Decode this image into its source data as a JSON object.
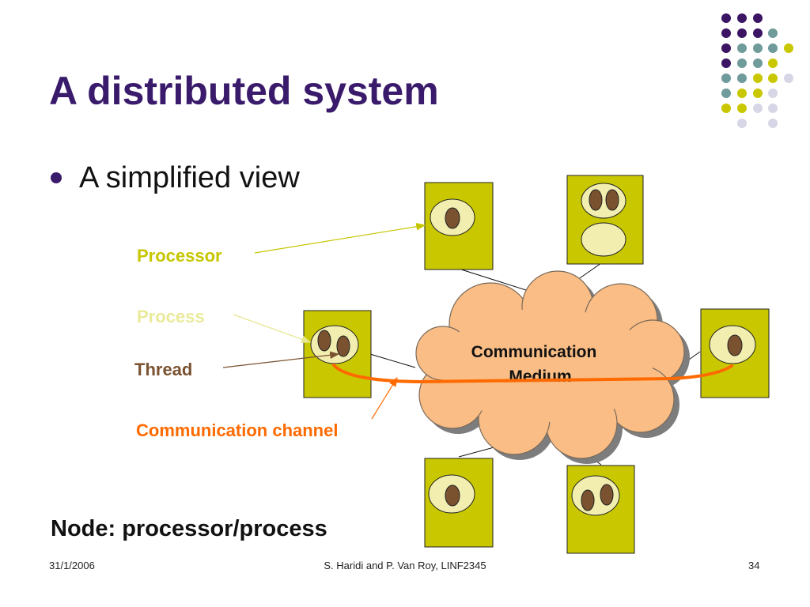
{
  "slide": {
    "title": "A distributed system",
    "bullet": "A simplified view",
    "caption": "Node: processor/process"
  },
  "diagram": {
    "labels": {
      "processor": "Processor",
      "process": "Process",
      "thread": "Thread",
      "channel": "Communication channel",
      "medium_line1": "Communication",
      "medium_line2": "Medium"
    }
  },
  "footer": {
    "date": "31/1/2006",
    "author": "S. Haridi and P. Van Roy, LINF2345",
    "page": "34"
  },
  "colors": {
    "title": "#3a1a6b",
    "node_fill": "#c9c800",
    "process_fill": "#f1eeb0",
    "thread_fill": "#7a5230",
    "cloud_fill": "#f9bd85",
    "channel": "#ff6a00",
    "processor_label": "#c6c600",
    "process_label": "#eaea9a",
    "thread_label": "#7a5230",
    "channel_label": "#ff6a00"
  }
}
